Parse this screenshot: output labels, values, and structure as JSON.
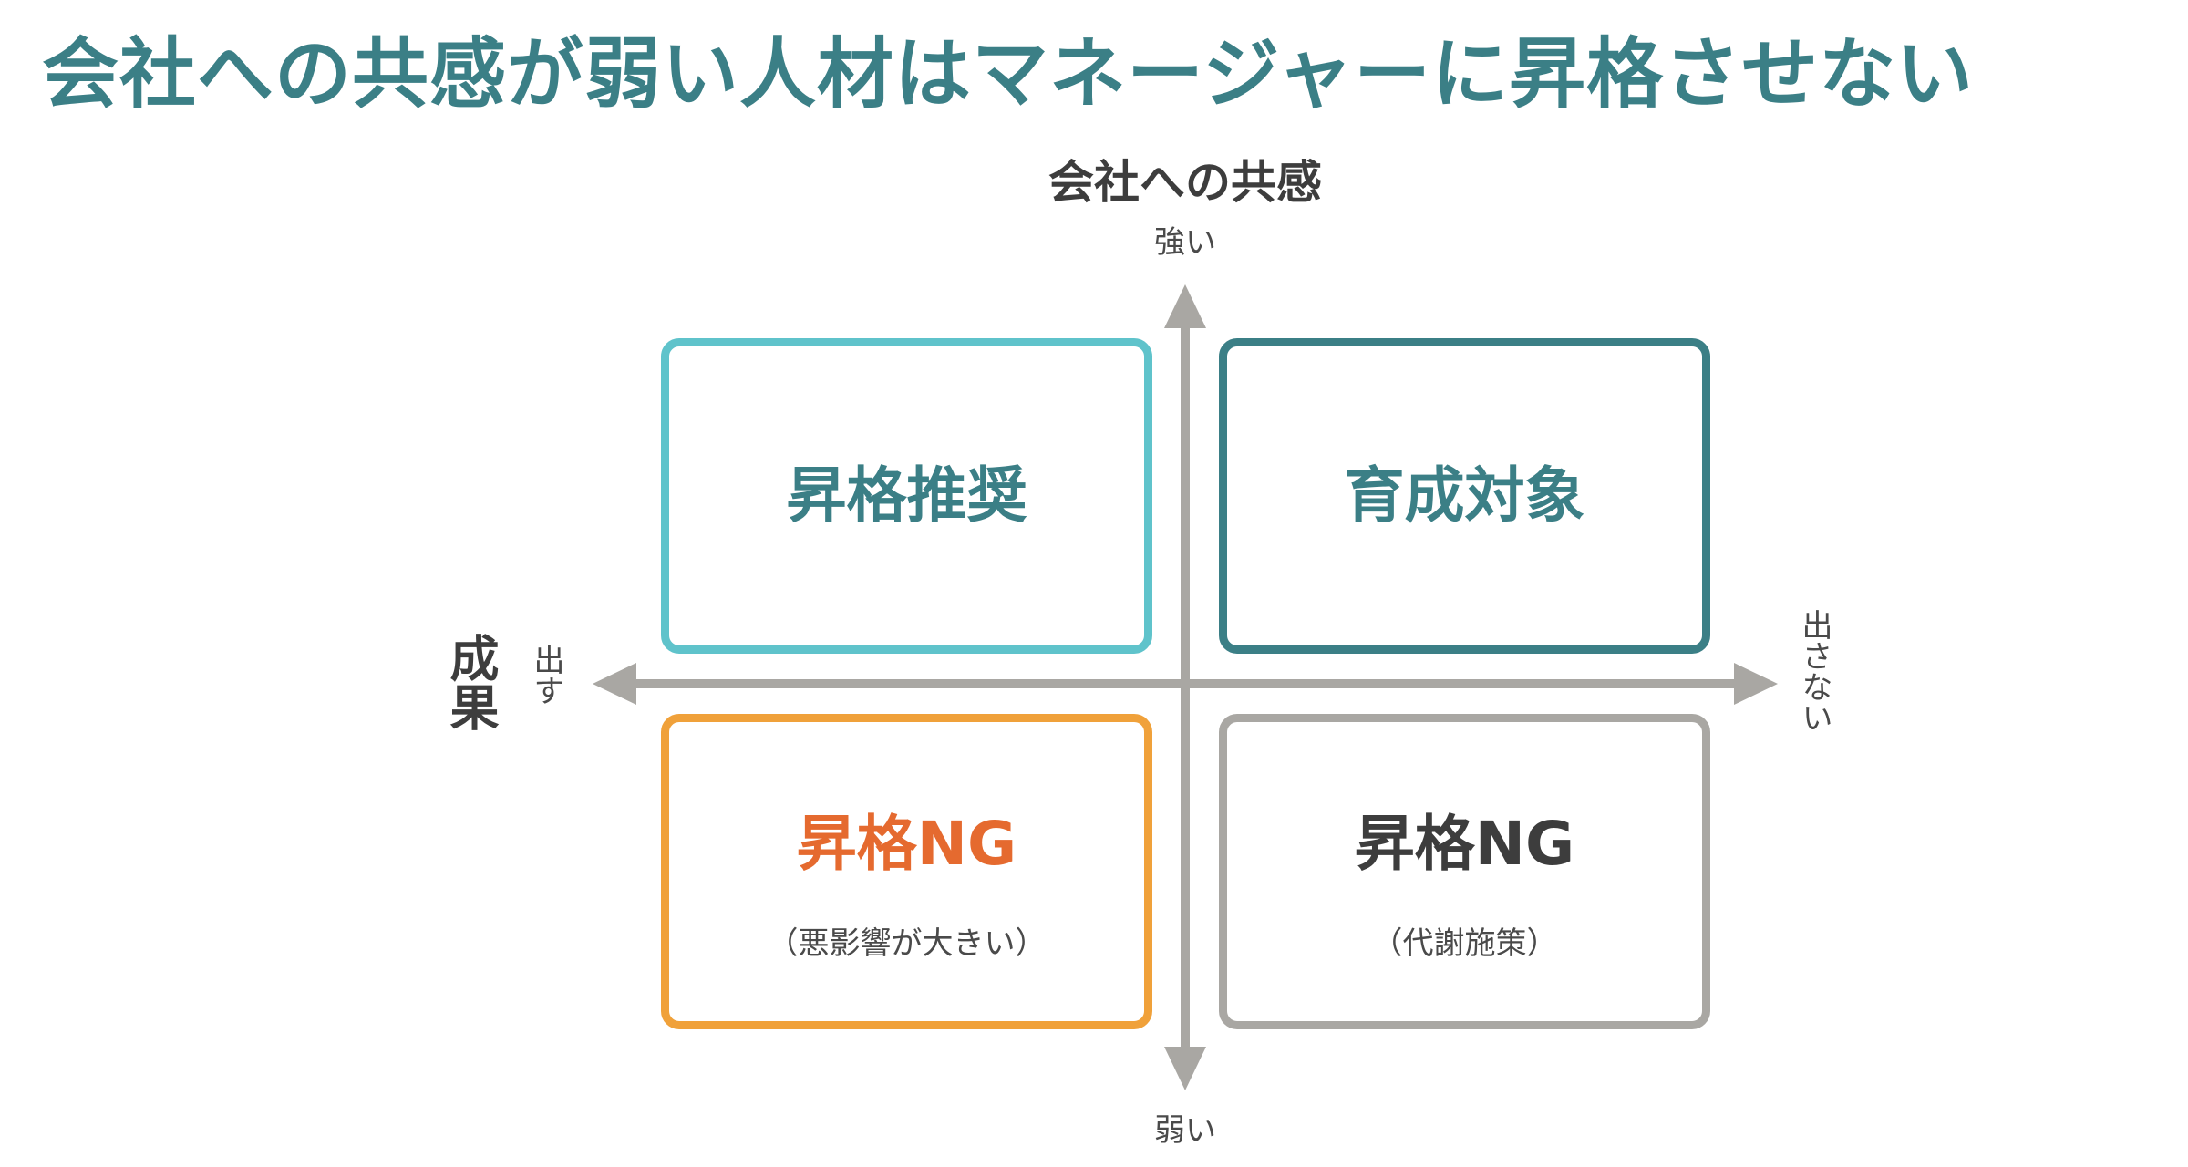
{
  "title": "会社への共感が弱い人材はマネージャーに昇格させない",
  "y_axis": {
    "title": "会社への共感",
    "top_label": "強い",
    "bottom_label": "弱い"
  },
  "x_axis": {
    "title": "成果",
    "left_label": "出す",
    "right_label": "出さない"
  },
  "quadrants": {
    "top_left": {
      "label": "昇格推奨",
      "border_color": "#5fc3cb",
      "text_color": "#3b7f86"
    },
    "top_right": {
      "label": "育成対象",
      "border_color": "#3b7f86",
      "text_color": "#3b7f86"
    },
    "bottom_left": {
      "label": "昇格NG",
      "note": "（悪影響が大きい）",
      "border_color": "#f0a13a",
      "text_color": "#e56a2f"
    },
    "bottom_right": {
      "label": "昇格NG",
      "note": "（代謝施策）",
      "border_color": "#a9a7a3",
      "text_color": "#3d3d3d"
    }
  },
  "colors": {
    "title": "#3b7f86",
    "axis": "#a9a7a3"
  }
}
